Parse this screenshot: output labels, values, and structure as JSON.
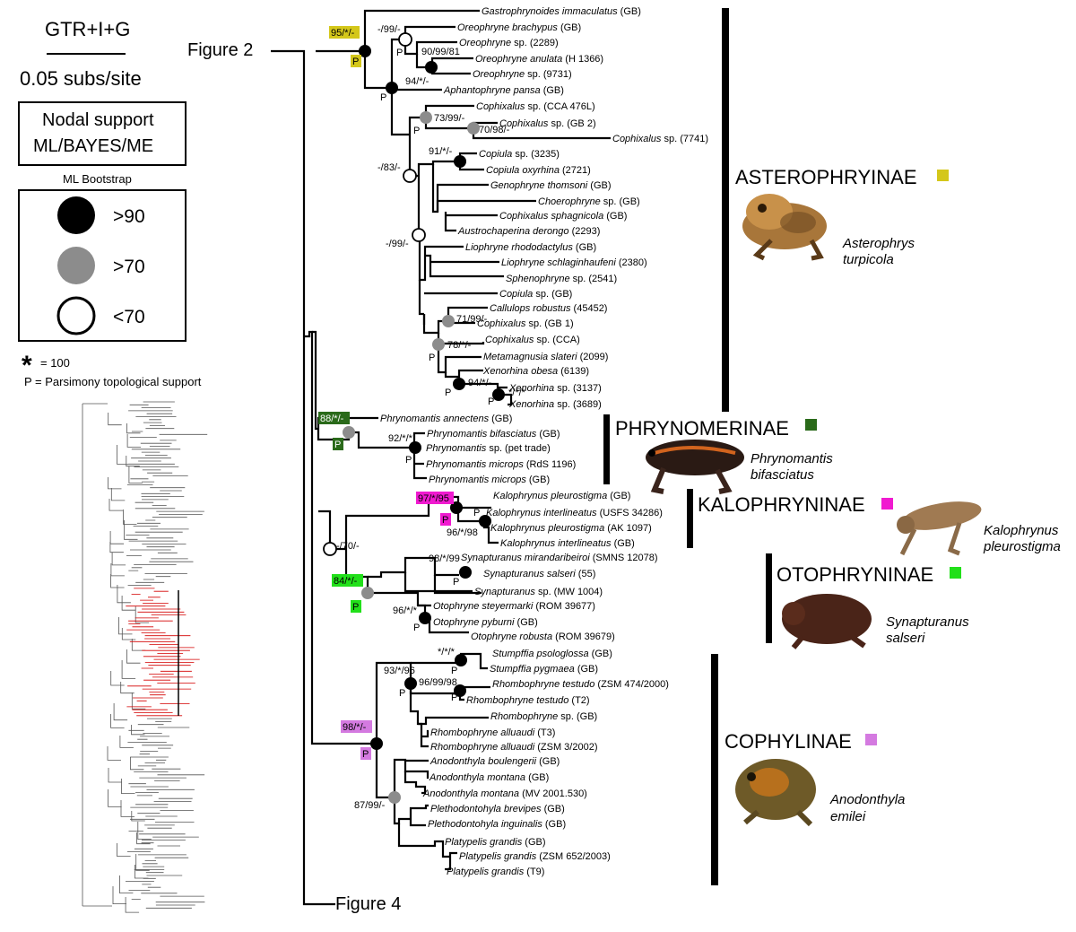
{
  "legend": {
    "model": "GTR+I+G",
    "scale": "0.05 subs/site",
    "support_title_1": "Nodal support",
    "support_title_2": "ML/BAYES/ME",
    "bootstrap_title": "ML Bootstrap",
    "gt90": ">90",
    "gt70": ">70",
    "lt70": "<70",
    "star_sym": "*",
    "star_def": "= 100",
    "p_def": "P = Parsimony topological support",
    "colors": {
      "black": "#000000",
      "gray": "#8c8c8c",
      "white": "#ffffff"
    }
  },
  "figure_links": {
    "top": "Figure 2",
    "bottom": "Figure 4"
  },
  "clades": [
    {
      "name": "ASTEROPHRYINAE",
      "color": "#d4c71a",
      "frog_genus": "Asterophrys",
      "frog_species": "turpicola"
    },
    {
      "name": "PHRYNOMERINAE",
      "color": "#2a6a1a",
      "frog_genus": "Phrynomantis",
      "frog_species": "bifasciatus"
    },
    {
      "name": "KALOPHRYNINAE",
      "color": "#f01ad0",
      "frog_genus": "Kalophrynus",
      "frog_species": "pleurostigma"
    },
    {
      "name": "OTOPHRYNINAE",
      "color": "#22e01a",
      "frog_genus": "Synapturanus",
      "frog_species": "salseri"
    },
    {
      "name": "COPHYLINAE",
      "color": "#d47ae0",
      "frog_genus": "Anodonthyla",
      "frog_species": "emilei"
    }
  ],
  "highlight_support": [
    "95/*/-",
    "88/*/-",
    "97/*/95",
    "84/*/-",
    "98/*/-"
  ],
  "parsimony": "P",
  "taxa": [
    {
      "genus": "Gastrophrynoides immaculatus",
      "suffix": " (GB)"
    },
    {
      "genus": "Oreophryne brachypus",
      "suffix": " (GB)"
    },
    {
      "genus": "Oreophryne",
      "suffix": " sp. (2289)"
    },
    {
      "genus": "Oreophryne anulata",
      "suffix": " (H 1366)"
    },
    {
      "genus": "Oreophryne",
      "suffix": " sp. (9731)"
    },
    {
      "genus": "Aphantophryne pansa",
      "suffix": " (GB)"
    },
    {
      "genus": "Cophixalus",
      "suffix": " sp. (CCA 476L)"
    },
    {
      "genus": "Cophixalus",
      "suffix": " sp. (GB 2)"
    },
    {
      "genus": "Cophixalus",
      "suffix": " sp. (7741)"
    },
    {
      "genus": "Copiula",
      "suffix": " sp. (3235)"
    },
    {
      "genus": "Copiula oxyrhina",
      "suffix": " (2721)"
    },
    {
      "genus": "Genophryne thomsoni",
      "suffix": " (GB)"
    },
    {
      "genus": "Choerophryne",
      "suffix": " sp. (GB)"
    },
    {
      "genus": "Cophixalus sphagnicola",
      "suffix": " (GB)"
    },
    {
      "genus": "Austrochaperina derongo",
      "suffix": " (2293)"
    },
    {
      "genus": "Liophryne rhododactylus",
      "suffix": " (GB)"
    },
    {
      "genus": "Liophryne schlaginhaufeni",
      "suffix": " (2380)"
    },
    {
      "genus": "Sphenophryne",
      "suffix": " sp. (2541)"
    },
    {
      "genus": "Copiula",
      "suffix": " sp. (GB)"
    },
    {
      "genus": "Callulops robustus",
      "suffix": " (45452)"
    },
    {
      "genus": "Cophixalus",
      "suffix": " sp. (GB 1)"
    },
    {
      "genus": "Cophixalus",
      "suffix": " sp. (CCA)"
    },
    {
      "genus": "Metamagnusia slateri",
      "suffix": " (2099)"
    },
    {
      "genus": "Xenorhina obesa",
      "suffix": " (6139)"
    },
    {
      "genus": "Xenorhina",
      "suffix": " sp. (3137)"
    },
    {
      "genus": "Xenorhina",
      "suffix": " sp. (3689)"
    },
    {
      "genus": "Phrynomantis annectens",
      "suffix": " (GB)"
    },
    {
      "genus": "Phrynomantis bifasciatus",
      "suffix": " (GB)"
    },
    {
      "genus": "Phrynomantis",
      "suffix": " sp. (pet trade)"
    },
    {
      "genus": "Phrynomantis microps",
      "suffix": " (RdS 1196)"
    },
    {
      "genus": "Phrynomantis microps",
      "suffix": " (GB)"
    },
    {
      "genus": "Kalophrynus pleurostigma",
      "suffix": " (GB)"
    },
    {
      "genus": "Kalophrynus interlineatus",
      "suffix": " (USFS 34286)"
    },
    {
      "genus": "Kalophrynus pleurostigma",
      "suffix": " (AK 1097)"
    },
    {
      "genus": "Kalophrynus interlineatus",
      "suffix": " (GB)"
    },
    {
      "genus": "Synapturanus mirandaribeiroi",
      "suffix": " (SMNS 12078)"
    },
    {
      "genus": "Synapturanus salseri",
      "suffix": " (55)"
    },
    {
      "genus": "Synapturanus",
      "suffix": " sp. (MW 1004)"
    },
    {
      "genus": "Otophryne steyermarki",
      "suffix": " (ROM 39677)"
    },
    {
      "genus": "Otophryne pyburni",
      "suffix": " (GB)"
    },
    {
      "genus": "Otophryne robusta",
      "suffix": " (ROM 39679)"
    },
    {
      "genus": "Stumpffia psologlossa",
      "suffix": " (GB)"
    },
    {
      "genus": "Stumpffia pygmaea",
      "suffix": " (GB)"
    },
    {
      "genus": "Rhombophryne testudo",
      "suffix": " (ZSM 474/2000)"
    },
    {
      "genus": "Rhombophryne testudo",
      "suffix": " (T2)"
    },
    {
      "genus": "Rhombophryne",
      "suffix": " sp. (GB)"
    },
    {
      "genus": "Rhombophryne alluaudi",
      "suffix": " (T3)"
    },
    {
      "genus": "Rhombophryne alluaudi",
      "suffix": " (ZSM 3/2002)"
    },
    {
      "genus": "Anodonthyla boulengerii",
      "suffix": " (GB)"
    },
    {
      "genus": "Anodonthyla montana",
      "suffix": " (GB)"
    },
    {
      "genus": "Anodonthyla montana",
      "suffix": " (MV 2001.530)"
    },
    {
      "genus": "Plethodontohyla brevipes",
      "suffix": " (GB)"
    },
    {
      "genus": "Plethodontohyla inguinalis",
      "suffix": " (GB)"
    },
    {
      "genus": "Platypelis grandis",
      "suffix": " (GB)"
    },
    {
      "genus": "Platypelis grandis",
      "suffix": " (ZSM 652/2003)"
    },
    {
      "genus": "Platypelis grandis",
      "suffix": " (T9)"
    }
  ],
  "supports": {
    "s1": "-/99/-",
    "s2": "90/99/81",
    "s3": "94/*/-",
    "s4": "73/99/-",
    "s5": "70/98/-",
    "s6": "91/*/-",
    "s7": "-/83/-",
    "s8": "-/99/-",
    "s9": "71/99/-",
    "s10": "78/*/-",
    "s11": "94/*/-",
    "s12": "*/*/*",
    "s13": "92/*/*",
    "s14": "96/*/98",
    "s15": "-/70/-",
    "s16": "98/*/99",
    "s17": "96/*/*",
    "s18": "*/*/*",
    "s19": "93/*/96",
    "s20": "96/99/98",
    "s21": "87/99/-"
  }
}
